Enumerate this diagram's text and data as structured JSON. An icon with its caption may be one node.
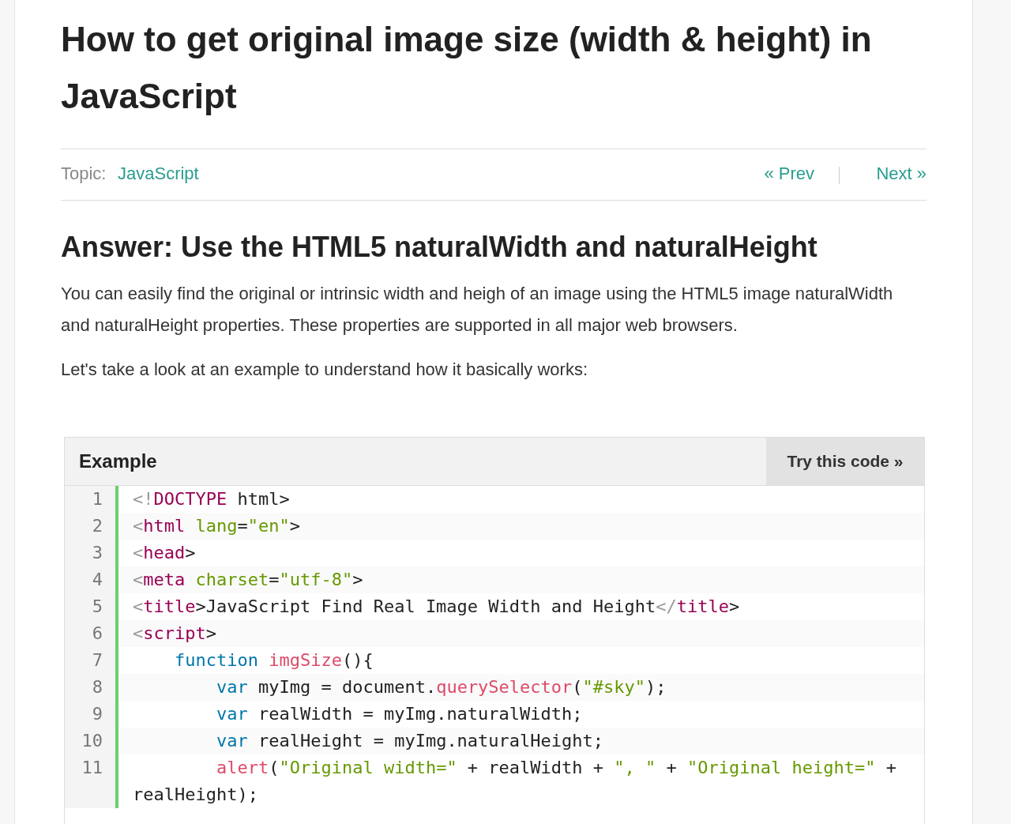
{
  "diagram": {
    "title": "How to get original image size (width & height) in JavaScript",
    "labels": [
      "Topic:",
      "JavaScript",
      "« Prev",
      "Next »",
      "Answer: Use the HTML5 naturalWidth and naturalHeight",
      "You can easily find the original or intrinsic width and heigh of an image using the HTML5 image naturalWidth and naturalHeight properties. These properties are supported in all major web browsers.",
      "Let's take a look at an example to understand how it basically works:",
      "Example",
      "Try this code »",
      "1",
      "<!DOCTYPE html>",
      "2",
      "<html lang=\"en\">",
      "3",
      "<head>",
      "4",
      "<meta charset=\"utf-8\">",
      "5",
      "<title>JavaScript Find Real Image Width and Height</title>",
      "6",
      "<script>",
      "7",
      "    function imgSize(){",
      "8",
      "        var myImg = document.querySelector(\"#sky\");",
      "9",
      "        var realWidth = myImg.naturalWidth;",
      "10",
      "        var realHeight = myImg.naturalHeight;",
      "11",
      "        alert(\"Original width=\" + realWidth + \", \" + \"Original height=\" + realHeight);"
    ]
  }
}
